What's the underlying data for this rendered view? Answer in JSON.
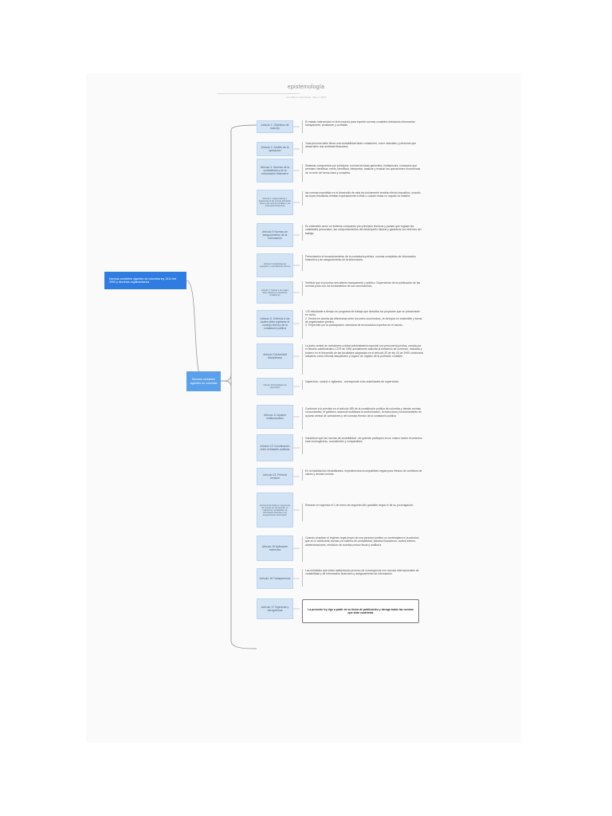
{
  "header": {
    "title": "epistemología",
    "subtitle": "Luis Alberto Vera Rojas  ·  May 4, 2021"
  },
  "root": {
    "label": "Normas  contables vigentes de colombia ley 1314 del 2009 y decretos reglamentarios"
  },
  "hub": {
    "label": "Normas contables vigentes en colombia"
  },
  "articles": [
    {
      "title": "Artículo 1. Objetivos de esta ley",
      "text": "El estado intervendrá en la economía para expedir normas contables brindando información transparente, pertinente y confiable."
    },
    {
      "title": "Artículo 2. Ámbito de la aplicación",
      "text": "Toda persona debe llevar una contabilidad tanto contadores, como naturales y personas que desarrollen una actividad financiera."
    },
    {
      "title": "Artículo 3. Normas de la contabilidad y de la información financiera",
      "text": "Sistemas compuestos por principios, normas técnicas generales, limitaciones, conceptos que permiten identificar, medir, identificar, interpretar, analizar y evaluar las operaciones económicas de un ente de forma clara y completa."
    },
    {
      "title": "Artículo 4. Independencia y autonomía de las normas tributarias frente a las normas contables y de información financiera",
      "text": "las normas expedidas en el desarrollo de esta ley únicamente tendrán efecto impositivo, cuando las leyes tributarias remitan expresamente a ellas o cuando estas no regulen la materia.",
      "small": true
    },
    {
      "title": "Artículo 5 Normas de aseguramiento de la información",
      "text": "Es entendido como un sistema compuesto por principios técnicos y pautas que regulan las cualidades personales, las comportamientos del desempeño laboral y garantizar los informes del trabajo."
    },
    {
      "title": "Artículo 6 Autoridades de regulación y normalización técnica",
      "text": "Presentación el ensanchamiento de la contaduría pública, normas completas de información financiera y de aseguramiento de la información.",
      "small": true
    },
    {
      "title": "Artículo 7. Criterio a los cuales debe sujetarse la regulación contable ley",
      "text": "Verificar que el proceso sea abierto transparente y público. Dependerán de la publicación de las normas junto con los fundamentos de sus conclusiones.",
      "small": true
    },
    {
      "title": "Artículo 8. Criterios a los cuales debe sujetarse el consejo técnico de la contaduría pública",
      "text": "1.El estudiante a tiempo un programa de trabajo que describa los proyectos que se presentarán en curso\n2. Tendrá en cuenta las diferencias entre los entes económicos, en tiempos en sostenible y forma de organización jurídica\n3. Propender por la participación voluntaria de reconocidos  expertos en el asunto."
    },
    {
      "title": "Artículo 9 Autoridad disciplinaria",
      "text": "La junta central de contadores unidad administrativa especial con personería jurídica, creada por el decreto administrativo 1379 de 1960 actualmente adscrita al ministerio de comercio, industria y turismo en el desarrollo de las facultades asignadas en el artículo 20 de ley 43 de 1990 continuará actuando como tribunal disciplinario y órgano de registro de la profesión contable"
    },
    {
      "title": "Artículo 10 Autoridades de supervisión",
      "text": "Inspección, control o vigilancia , corresponde a las autoridades de supervisión.",
      "small": true
    },
    {
      "title": "Artículo 11 Ajustes institucionales",
      "text": "Conforme a lo previsto en el artículo 189 de la constitución política de colombia  y demás normas concordantes, el gobierno nacional modificará  la conformación, la estructura y funcionamiento  de la junta central de contadores y del consejo técnico de la contaduría pública"
    },
    {
      "title": "Artículo 12 Coordinación entre entidades públicas",
      "text": "Garantizar que las normas de contabilidad , de quienes participen en un mismo sector económico sean homogéneas,  consistentes y comparables."
    },
    {
      "title": "Artículo 13. Primera revisión",
      "text": "En la totalidad las inhabilidades, impedimentos,incompatibles reglas para efectos de conflictos de claves y demás normas."
    },
    {
      "title": "Artículo 14 Entrada en vigencia de las normas de intervención  en materias de contabilidad, de información financiera y de aseguramiento  información",
      "text": "Entrarán en vigencia el 1 de enero de segundo año gravable  según el de su promulgación",
      "small": true
    },
    {
      "title": "Artículo 15 Aplicación extensiva",
      "text": "Cuando al aplicar el régimen legal propio de una persona jurídica no contemplara ni la autoriza que en lo dominante normas en materia de contabilidad, estados financieros, control interno, administraciones, rendición de cuentas,revisor fiscal y auditoría."
    },
    {
      "title": "Artículo 16 Transparencia",
      "text": "Las entidades que están adelantando proceso de convergencia con normas internacionales de contabilidad y de información financiera  y aseguramiento de información."
    },
    {
      "title": "Artículo 17 Vigencias y derogatorias",
      "text": "La presente ley rige a partir de su fecha de publicación y deroga todas las normas que sean contrarias",
      "final": true
    }
  ]
}
